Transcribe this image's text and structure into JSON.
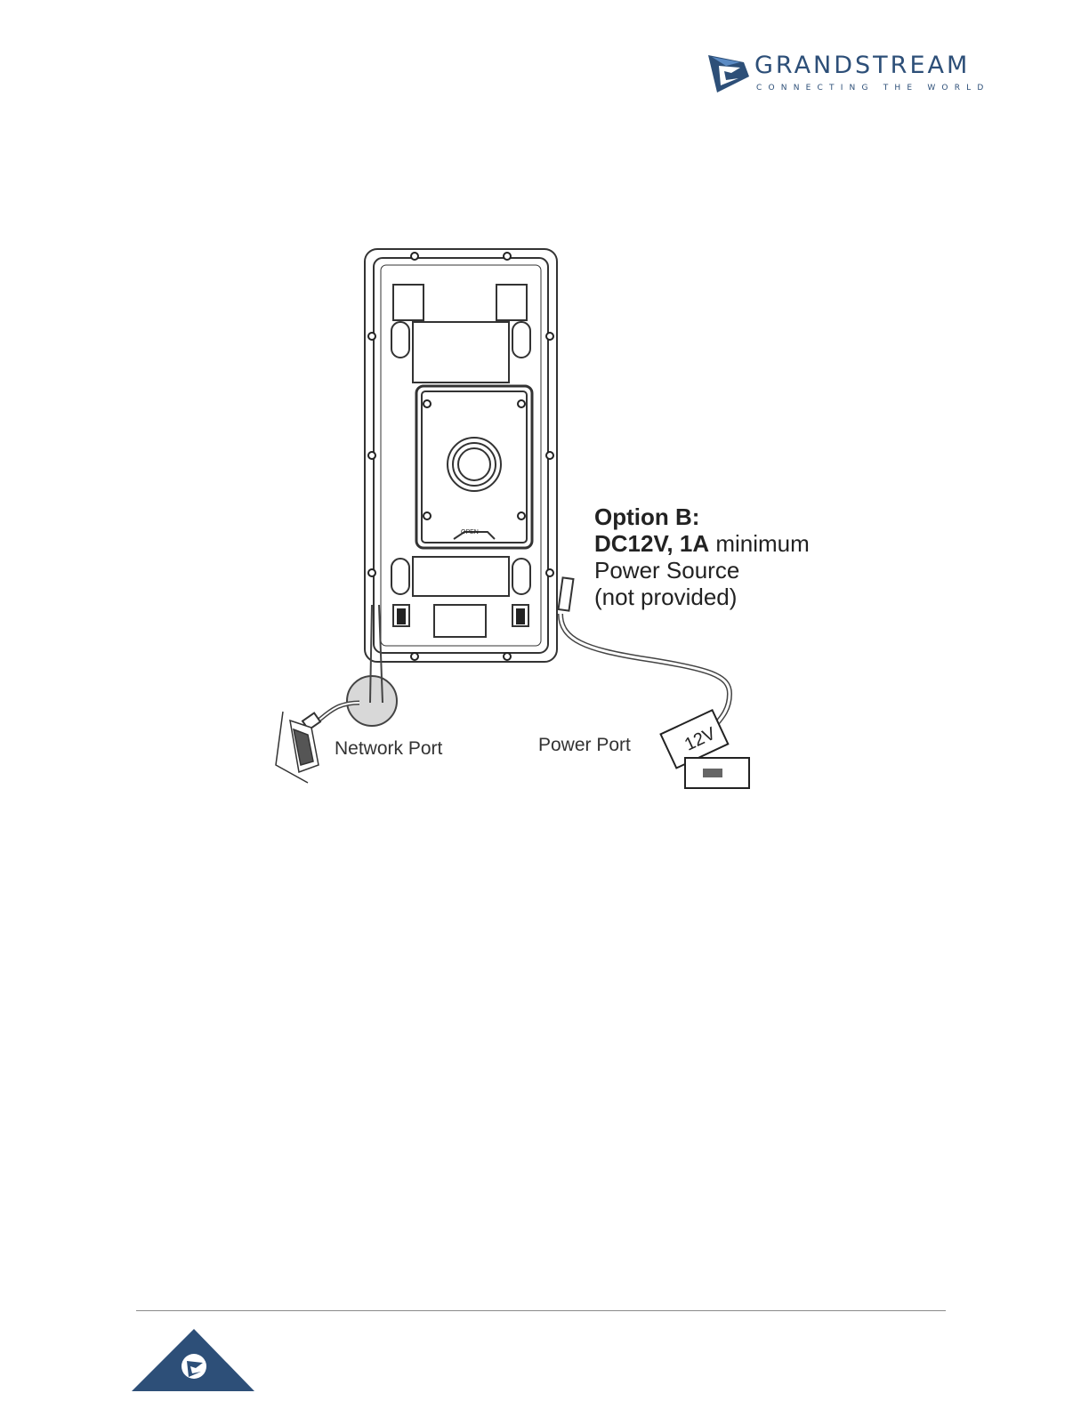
{
  "header": {
    "brand": "GRANDSTREAM",
    "tagline": "CONNECTING THE WORLD"
  },
  "figure": {
    "option_title": "Option B:",
    "spec_bold": "DC12V, 1A",
    "spec_rest": " minimum",
    "source_line": "Power Source",
    "note_line": "(not provided)",
    "network_label": "Network Port",
    "power_label": "Power Port",
    "adapter_text": "12V",
    "open_text": "OPEN"
  },
  "colors": {
    "brand_blue": "#2d4f78",
    "brand_light": "#5b8bc4"
  }
}
